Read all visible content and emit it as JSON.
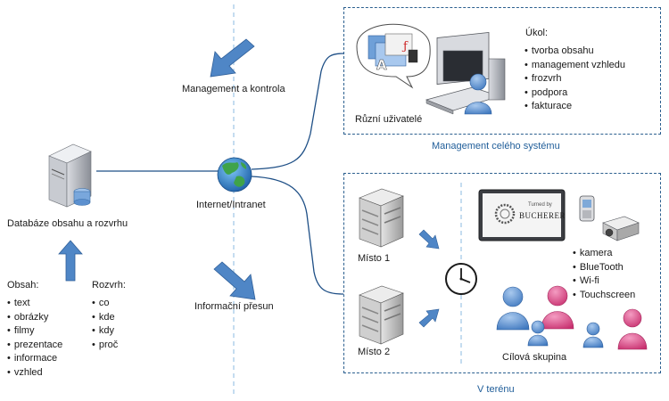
{
  "labels": {
    "management_control": "Management a kontrola",
    "database": "Databáze obsahu a rozvrhu",
    "internet": "Internet/Intranet",
    "info_transfer": "Informační přesun",
    "various_users": "Různí uživatelé",
    "management_system": "Management celého systému",
    "place1": "Místo 1",
    "place2": "Místo 2",
    "target_group": "Cílová skupina",
    "in_field": "V terénu",
    "screen_brand": "BUCHERER",
    "screen_tagline": "Turned by"
  },
  "task": {
    "heading": "Úkol:",
    "items": [
      "tvorba obsahu",
      "management vzhledu",
      "frozvrh",
      "podpora",
      "fakturace"
    ]
  },
  "content": {
    "heading": "Obsah:",
    "items": [
      "text",
      "obrázky",
      "filmy",
      "prezentace",
      "informace",
      "vzhled"
    ]
  },
  "schedule": {
    "heading": "Rozvrh:",
    "items": [
      "co",
      "kde",
      "kdy",
      "proč"
    ]
  },
  "devices": {
    "items": [
      "kamera",
      "BlueTooth",
      "Wi-fi",
      "Touchscreen"
    ]
  },
  "colors": {
    "arrow_blue": "#4f86c6",
    "dash_border": "#2b5f8f",
    "title_blue": "#1f5d99",
    "person_blue": "#6f9fd6",
    "person_pink": "#e0508f"
  }
}
